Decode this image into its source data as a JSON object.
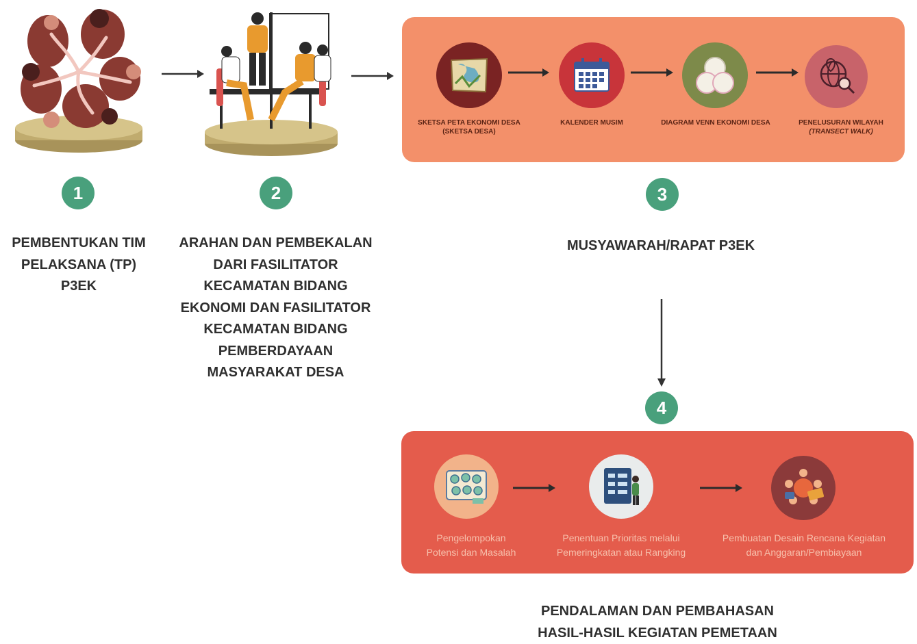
{
  "colors": {
    "badge": "#49a07c",
    "panel3": "#f3906a",
    "panel4": "#e45c4c",
    "arrow": "#333333",
    "label_text": "#2f2f2f"
  },
  "steps": [
    {
      "number": "1",
      "label_lines": [
        "PEMBENTUKAN TIM",
        "PELAKSANA (TP)",
        "P3EK"
      ]
    },
    {
      "number": "2",
      "label_lines": [
        "ARAHAN DAN PEMBEKALAN",
        "DARI FASILITATOR",
        "KECAMATAN BIDANG",
        "EKONOMI DAN FASILITATOR",
        "KECAMATAN BIDANG",
        "PEMBERDAYAAN",
        "MASYARAKAT DESA"
      ]
    },
    {
      "number": "3",
      "label_lines": [
        "MUSYAWARAH/RAPAT P3EK"
      ]
    },
    {
      "number": "4",
      "label_lines": [
        "PENDALAMAN DAN PEMBAHASAN",
        "HASIL-HASIL KEGIATAN PEMETAAN"
      ]
    }
  ],
  "panel3_items": [
    {
      "icon": "village-map-icon",
      "label_lines": [
        "SKETSA PETA EKONOMI DESA",
        "(SKETSA DESA)"
      ]
    },
    {
      "icon": "calendar-icon",
      "label_lines": [
        "KALENDER MUSIM"
      ]
    },
    {
      "icon": "venn-diagram-icon",
      "label_lines": [
        "DIAGRAM VENN EKONOMI DESA"
      ]
    },
    {
      "icon": "globe-search-icon",
      "label_lines": [
        "PENELUSURAN WILAYAH",
        "(TRANSECT WALK)"
      ]
    }
  ],
  "panel4_items": [
    {
      "icon": "grouping-board-icon",
      "label_lines": [
        "Pengelompokan",
        "Potensi dan Masalah"
      ]
    },
    {
      "icon": "ranking-board-icon",
      "label_lines": [
        "Penentuan Prioritas melalui",
        "Pemeringkatan atau Rangking"
      ]
    },
    {
      "icon": "planning-meeting-icon",
      "label_lines": [
        "Pembuatan Desain Rencana Kegiatan",
        "dan Anggaran/Pembiayaan"
      ]
    }
  ]
}
